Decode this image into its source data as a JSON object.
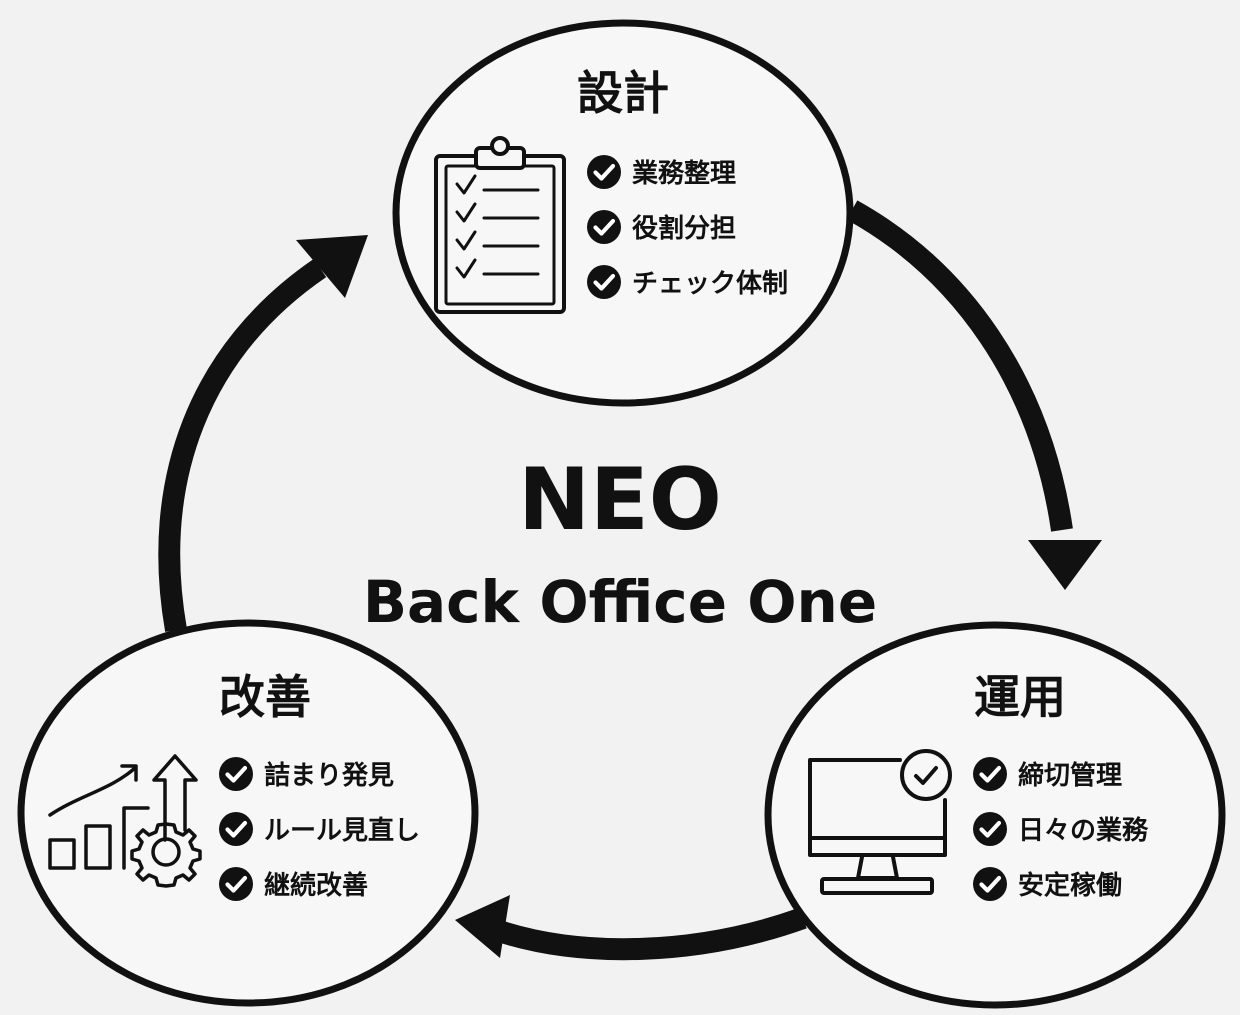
{
  "center": {
    "title": "NEO",
    "subtitle": "Back Office One"
  },
  "nodes": {
    "design": {
      "title": "設計",
      "icon": "clipboard-checklist-icon",
      "items": [
        "業務整理",
        "役割分担",
        "チェック体制"
      ]
    },
    "operation": {
      "title": "運用",
      "icon": "monitor-check-icon",
      "items": [
        "締切管理",
        "日々の業務",
        "安定稼働"
      ]
    },
    "improvement": {
      "title": "改善",
      "icon": "growth-chart-gear-icon",
      "items": [
        "詰まり発見",
        "ルール見直し",
        "継続改善"
      ]
    }
  },
  "colors": {
    "background": "#f2f2f2",
    "stroke": "#111111",
    "circle_fill": "#f7f7f7"
  }
}
